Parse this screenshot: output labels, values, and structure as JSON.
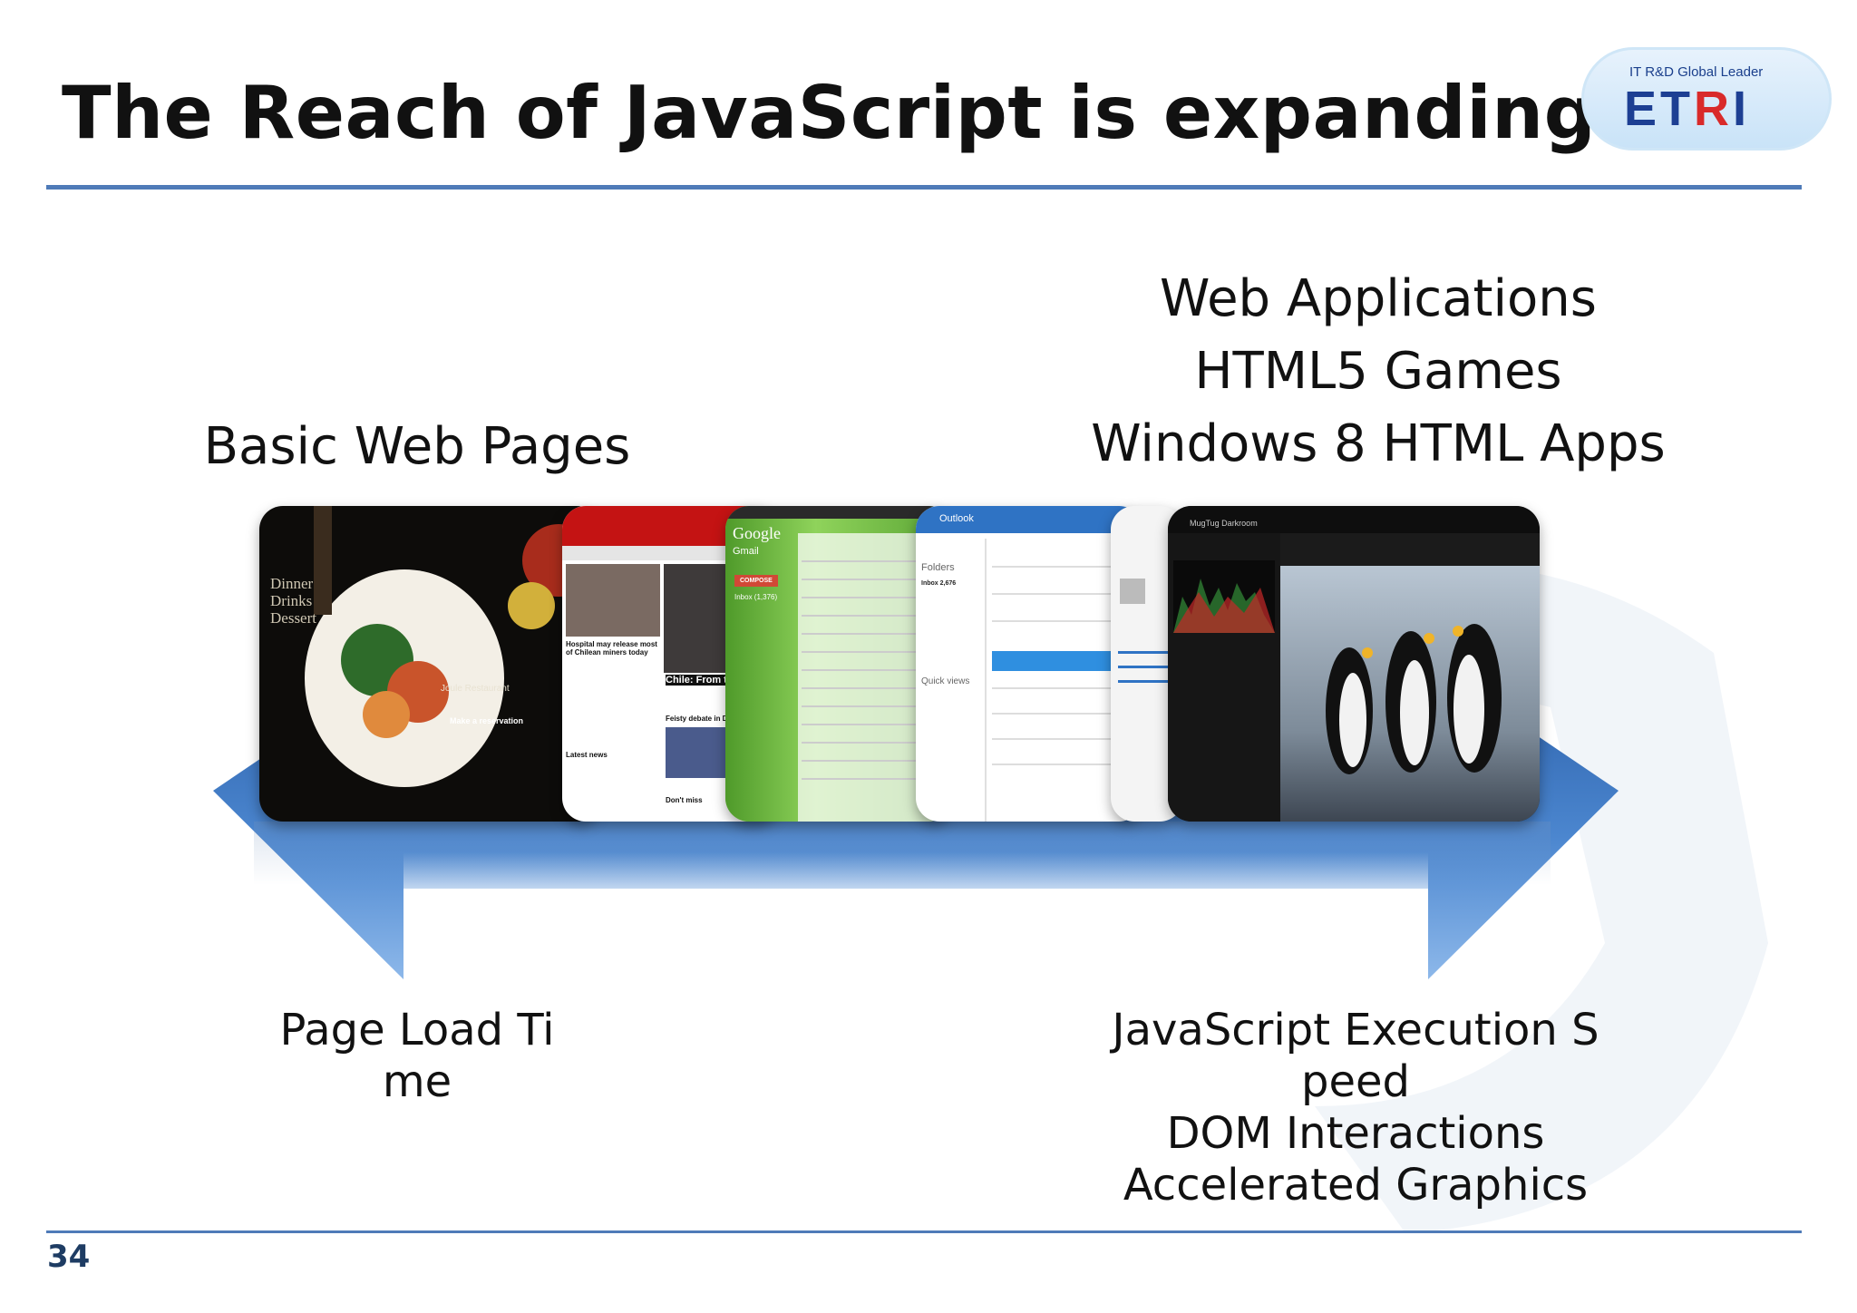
{
  "slide": {
    "title": "The Reach of JavaScript is expanding",
    "page_number": "34"
  },
  "logo": {
    "tagline": "IT R&D Global Leader",
    "word_main": "ET",
    "word_accent": "R",
    "word_end": "I"
  },
  "labels": {
    "basic_web_pages": "Basic Web Pages",
    "web_apps": [
      "Web Applications",
      "HTML5 Games",
      "Windows 8 HTML Apps"
    ],
    "page_load": [
      "Page Load Ti",
      "me"
    ],
    "js_execution": [
      "JavaScript Execution S",
      "peed",
      "DOM Interactions",
      "Accelerated Graphics"
    ]
  },
  "screenshots": {
    "dinner": {
      "lines": [
        "Dinner",
        "Drinks",
        "Dessert"
      ],
      "restaurant": "Joule Restaurant",
      "reservation": "Make a reservation"
    },
    "news": {
      "headline_1": "Hospital may release most of Chilean miners today",
      "headline_2": "Chile: From trag",
      "section": "Latest news",
      "debate": "Feisty debate in Delaw",
      "dont_miss": "Don't miss"
    },
    "gmail": {
      "brand": "Google",
      "app": "Gmail",
      "compose": "COMPOSE",
      "inbox": "Inbox (1,376)"
    },
    "outlook": {
      "brand": "Outlook",
      "folders": "Folders",
      "inbox": "Inbox 2,676",
      "quick_views": "Quick views"
    },
    "photo": {
      "app": "MugTug Darkroom"
    }
  },
  "colors": {
    "title_rule": "#4f7bb8",
    "arrow_top": "#2b5fa8",
    "arrow_bottom": "#6aa0de",
    "logo_blue": "#1d3f93",
    "logo_red": "#d92a2a"
  }
}
